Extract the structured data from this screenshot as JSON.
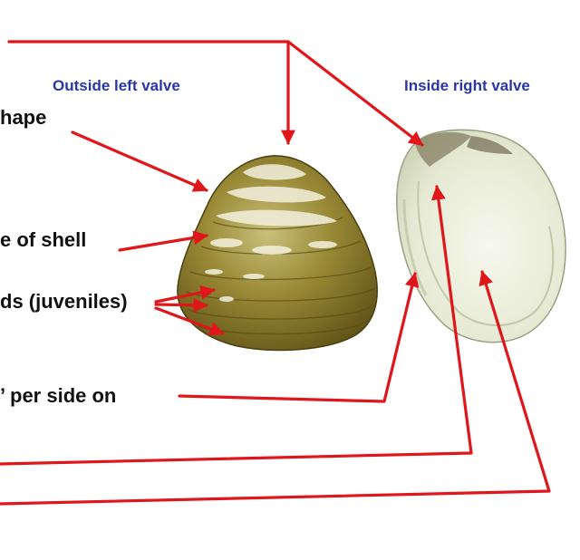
{
  "titles": {
    "outside": "Outside left valve",
    "inside": "Inside right valve"
  },
  "callouts": {
    "shape": "hape",
    "shell": "e of shell",
    "juveniles": "ds (juveniles)",
    "per_side": "’ per side on"
  },
  "colors": {
    "arrow": "#e0161b",
    "title": "#2a36a8",
    "shell_outer": "#8c7a2e",
    "shell_inner": "#eef0df"
  }
}
